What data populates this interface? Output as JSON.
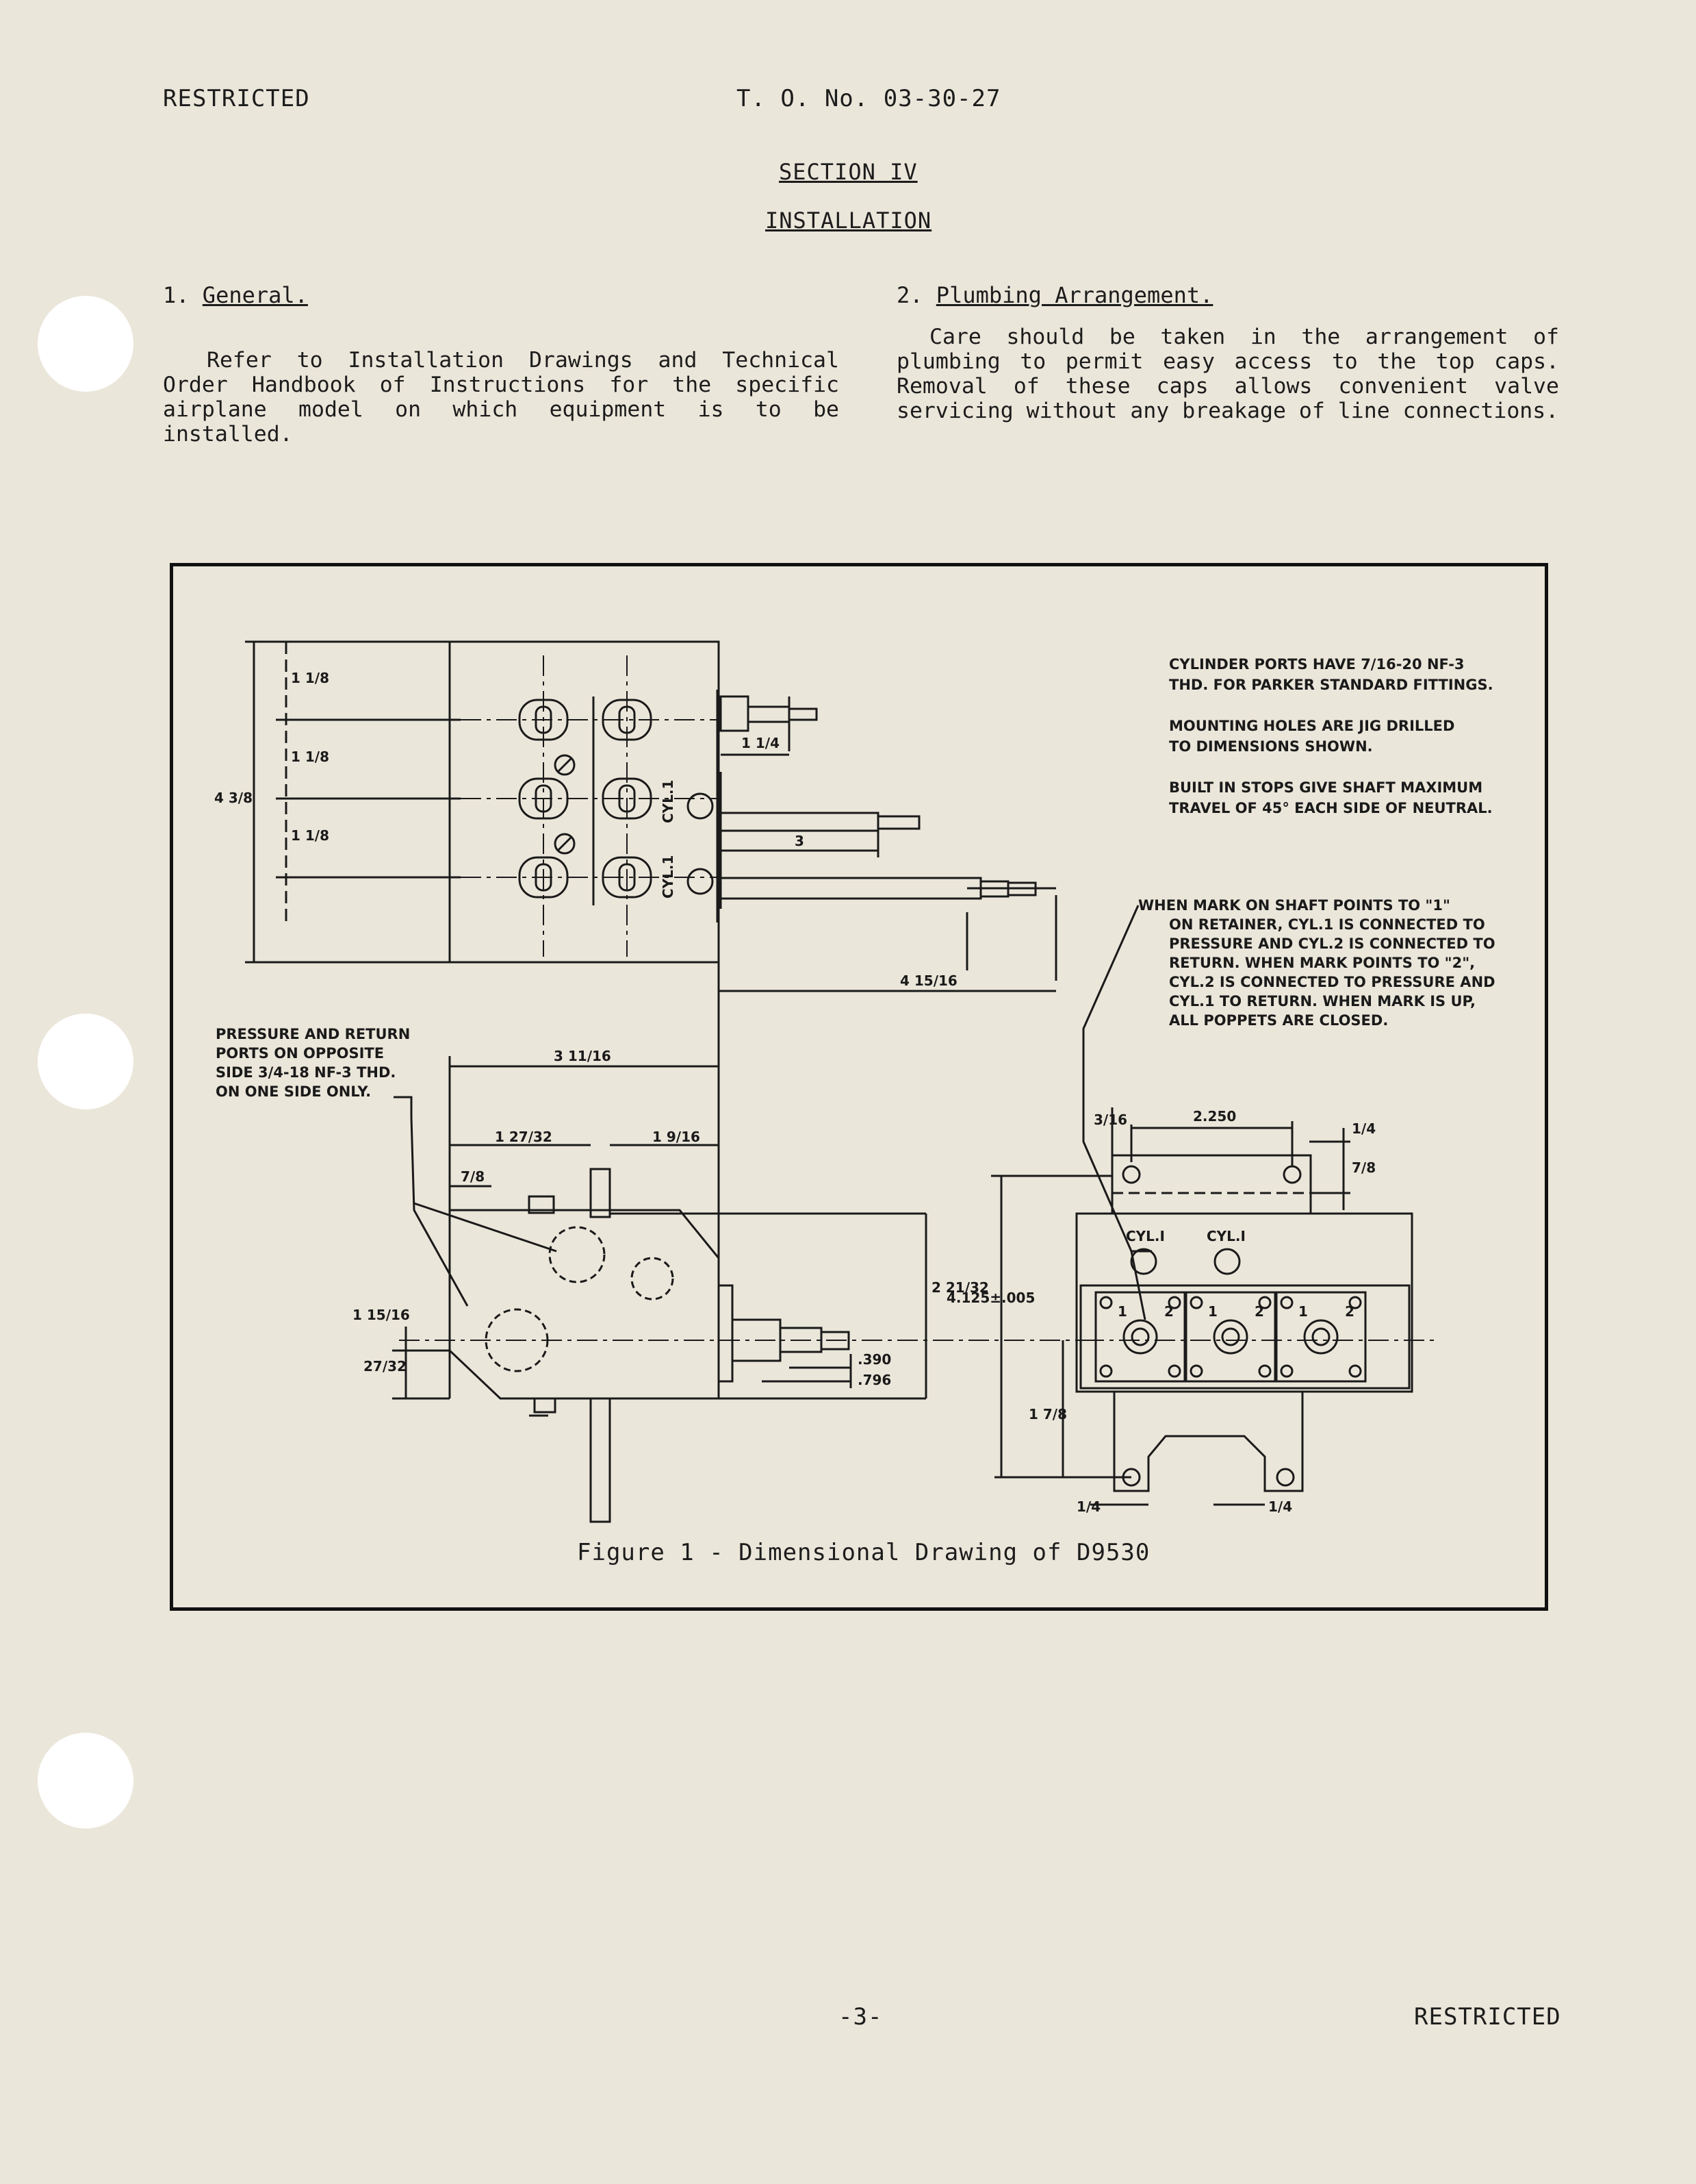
{
  "header": {
    "left": "RESTRICTED",
    "center": "T. O. No. 03-30-27"
  },
  "section": {
    "number": "SECTION IV",
    "title": "INSTALLATION"
  },
  "general": {
    "heading_number": "1.",
    "heading_text": "General.",
    "body": "Refer to Installation Drawings and Technical Order Handbook of Instructions for the specific airplane model on which equipment is to be installed."
  },
  "plumbing": {
    "heading_number": "2.",
    "heading_text": "Plumbing Arrangement.",
    "body": "Care should be taken in the arrangement of plumbing to permit easy access to the top caps. Removal of these caps allows convenient valve servicing without any breakage of line connections."
  },
  "figure": {
    "caption": "Figure 1 - Dimensional Drawing of D9530",
    "notes": {
      "cylinder_ports": [
        "CYLINDER PORTS HAVE 7/16-20 NF-3",
        "THD. FOR PARKER STANDARD FITTINGS."
      ],
      "mounting_holes": [
        "MOUNTING HOLES ARE JIG DRILLED",
        "TO DIMENSIONS SHOWN."
      ],
      "stops": [
        "BUILT IN STOPS GIVE SHAFT MAXIMUM",
        "TRAVEL OF 45° EACH SIDE OF NEUTRAL."
      ],
      "shaft_mark": [
        "WHEN MARK ON SHAFT POINTS TO \"1\"",
        "ON RETAINER, CYL.1 IS CONNECTED TO",
        "PRESSURE AND CYL.2 IS CONNECTED TO",
        "RETURN. WHEN MARK POINTS TO \"2\",",
        "CYL.2 IS CONNECTED TO PRESSURE AND",
        "CYL.1 TO RETURN. WHEN MARK IS UP,",
        "ALL POPPETS ARE CLOSED."
      ],
      "pressure_ports": [
        "PRESSURE AND RETURN",
        "PORTS ON OPPOSITE",
        "SIDE 3/4-18 NF-3 THD.",
        "ON ONE SIDE ONLY."
      ]
    },
    "dimensions": {
      "top_a": "1 1/8",
      "top_b": "1 1/8",
      "top_c": "1 1/8",
      "height": "4 3/8",
      "shaft_1_4": "1 1/4",
      "shaft_3": "3",
      "overall_width": "4 15/16",
      "body_width": "3 11/16",
      "side_27_32": "1 27/32",
      "side_9_16": "1 9/16",
      "side_7_8": "7/8",
      "side_2_21_32": "2 21/32",
      "side_1_15_16": "1 15/16",
      "side_27_32_low": "27/32",
      "side_390": ".390",
      "side_796": ".796",
      "front_3_16": "3/16",
      "front_2250": "2.250",
      "front_1_4_top": "1/4",
      "front_7_8": "7/8",
      "front_4125": "4.125±.005",
      "front_1_7_8": "1 7/8",
      "front_1_4_a": "1/4",
      "front_1_4_b": "1/4"
    },
    "labels": {
      "cyl": "CYL.1",
      "cyl_front": "CYL.I",
      "port_1": "1",
      "port_2": "2"
    }
  },
  "footer": {
    "page": "-3-",
    "right": "RESTRICTED"
  },
  "colors": {
    "paper": "#ebe6da",
    "ink": "#1c1c1c",
    "punch_hole": "#ffffff"
  }
}
